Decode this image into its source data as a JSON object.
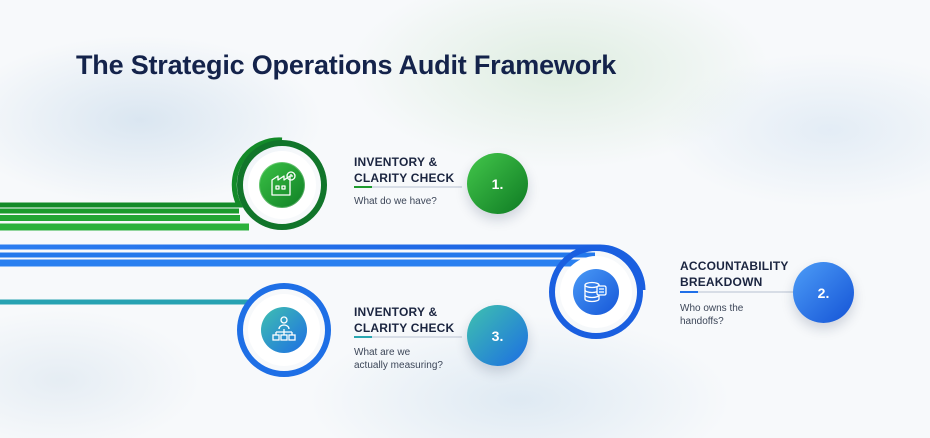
{
  "title": "The Strategic Operations Audit Framework",
  "colors": {
    "green": "#1f9a2e",
    "dark_green": "#0f6b22",
    "blue": "#1f6fe8",
    "teal": "#2aa6b0",
    "navy": "#14234b"
  },
  "steps": [
    {
      "number": "1.",
      "title_line1": "INVENTORY &",
      "title_line2": "CLARITY CHECK",
      "desc_line1": "What do we have?",
      "desc_line2": "",
      "icon": "factory-icon"
    },
    {
      "number": "2.",
      "title_line1": "ACCOUNTABILITY",
      "title_line2": "BREAKDOWN",
      "desc_line1": "Who owns the",
      "desc_line2": "handoffs?",
      "icon": "database-server-icon"
    },
    {
      "number": "3.",
      "title_line1": "INVENTORY &",
      "title_line2": "CLARITY CHECK",
      "desc_line1": "What are we",
      "desc_line2": "actually measuring?",
      "icon": "people-hierarchy-icon"
    }
  ]
}
